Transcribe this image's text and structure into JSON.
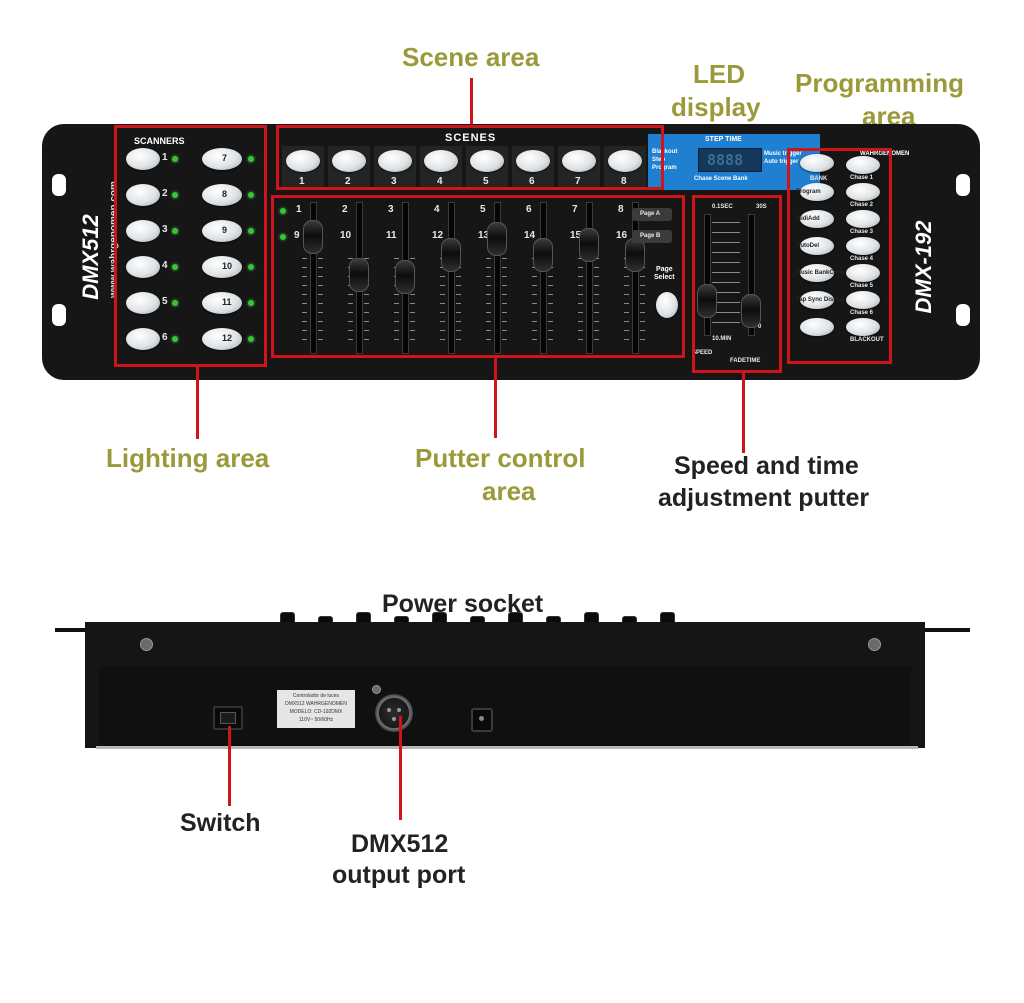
{
  "callouts": {
    "scene_area": "Scene area",
    "led_display_1": "LED",
    "led_display_2": "display",
    "programming_area_1": "Programming",
    "programming_area_2": "area",
    "lighting_area": "Lighting area",
    "putter_control_1": "Putter control",
    "putter_control_2": "area",
    "speed_time_1": "Speed and time",
    "speed_time_2": "adjustment putter",
    "power_socket": "Power socket",
    "switch": "Switch",
    "dmx_output_1": "DMX512",
    "dmx_output_2": "output port"
  },
  "panel": {
    "side_model": "DMX512",
    "side_url": "www.wahrgenomen.com",
    "right_model": "DMX-192",
    "brand": "WAHRGENOMEN",
    "scanners_label": "SCANNERS",
    "scanner_numbers_left": [
      "1",
      "2",
      "3",
      "4",
      "5",
      "6"
    ],
    "scanner_numbers_right": [
      "7",
      "8",
      "9",
      "10",
      "11",
      "12"
    ],
    "scenes_label": "SCENES",
    "scene_numbers": [
      "1",
      "2",
      "3",
      "4",
      "5",
      "6",
      "7",
      "8"
    ],
    "fader_numbers_top": [
      "1",
      "2",
      "3",
      "4",
      "5",
      "6",
      "7",
      "8"
    ],
    "fader_numbers_bottom": [
      "9",
      "10",
      "11",
      "12",
      "13",
      "14",
      "15",
      "16"
    ],
    "page_a": "Page A",
    "page_b": "Page B",
    "page_select_1": "Page",
    "page_select_2": "Select",
    "step_time": "STEP TIME",
    "led_digits": "8888",
    "blackout_lines": [
      "Blackout",
      "Step",
      "Program"
    ],
    "music_lines": [
      "Music trigger",
      "Auto trigger"
    ],
    "chase_scene_bank": "Chase Scene Bank",
    "speed_top": "0.1SEC",
    "speed_top_right": "30S",
    "speed_bottom": "10.MIN",
    "speed_zero": "0",
    "speed_label": "SPEED",
    "fade_label": "FADETIME",
    "bank_label": "BANK",
    "program_buttons": [
      "Program",
      "MidiAdd",
      "AutoDel",
      "Music BankCopy",
      "Tap Sync Display"
    ],
    "chase_labels": [
      "Chase 1",
      "Chase 2",
      "Chase 3",
      "Chase 4",
      "Chase 5",
      "Chase 6",
      "BLACKOUT"
    ]
  },
  "rear": {
    "sticker_lines": [
      "Controlador de luces",
      "DMX512 WAHRGENOMEN",
      "MODELO: CD-192DMX",
      "110V~ 50/60Hz"
    ]
  }
}
